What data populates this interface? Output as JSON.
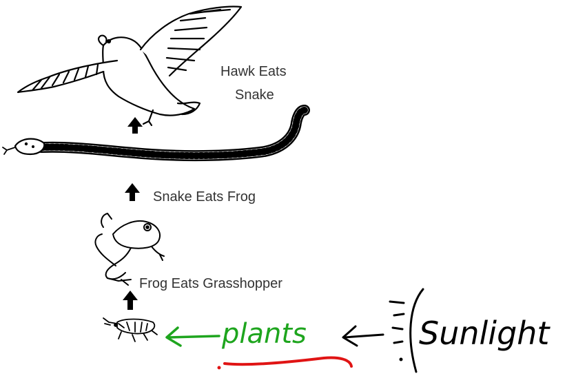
{
  "captions": {
    "hawk_line1": "Hawk Eats",
    "hawk_line2": "Snake",
    "snake": "Snake Eats Frog",
    "frog": "Frog Eats Grasshopper"
  },
  "annotations": {
    "plants": "plants",
    "sunlight": "Sunlight"
  },
  "colors": {
    "ink": "#000000",
    "caption_text": "#333333",
    "green_ink": "#1ea51e",
    "red_ink": "#e01414"
  },
  "icons": [
    "hawk-icon",
    "snake-icon",
    "frog-icon",
    "grasshopper-icon",
    "up-arrow-icon",
    "left-arrow-icon",
    "sun-icon"
  ]
}
